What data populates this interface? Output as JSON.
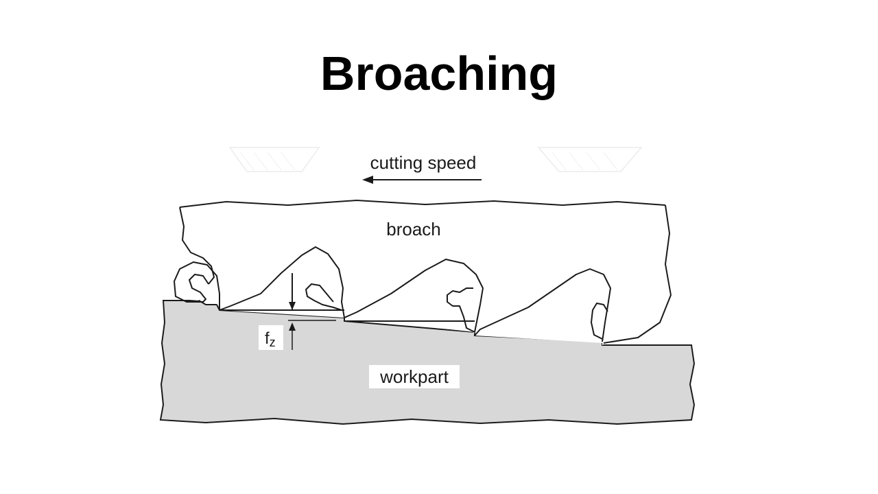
{
  "title": "Broaching",
  "diagram": {
    "cutting_speed_label": "cutting speed",
    "broach_label": "broach",
    "workpart_label": "workpart",
    "feed_symbol": "f",
    "feed_subscript": "z"
  }
}
